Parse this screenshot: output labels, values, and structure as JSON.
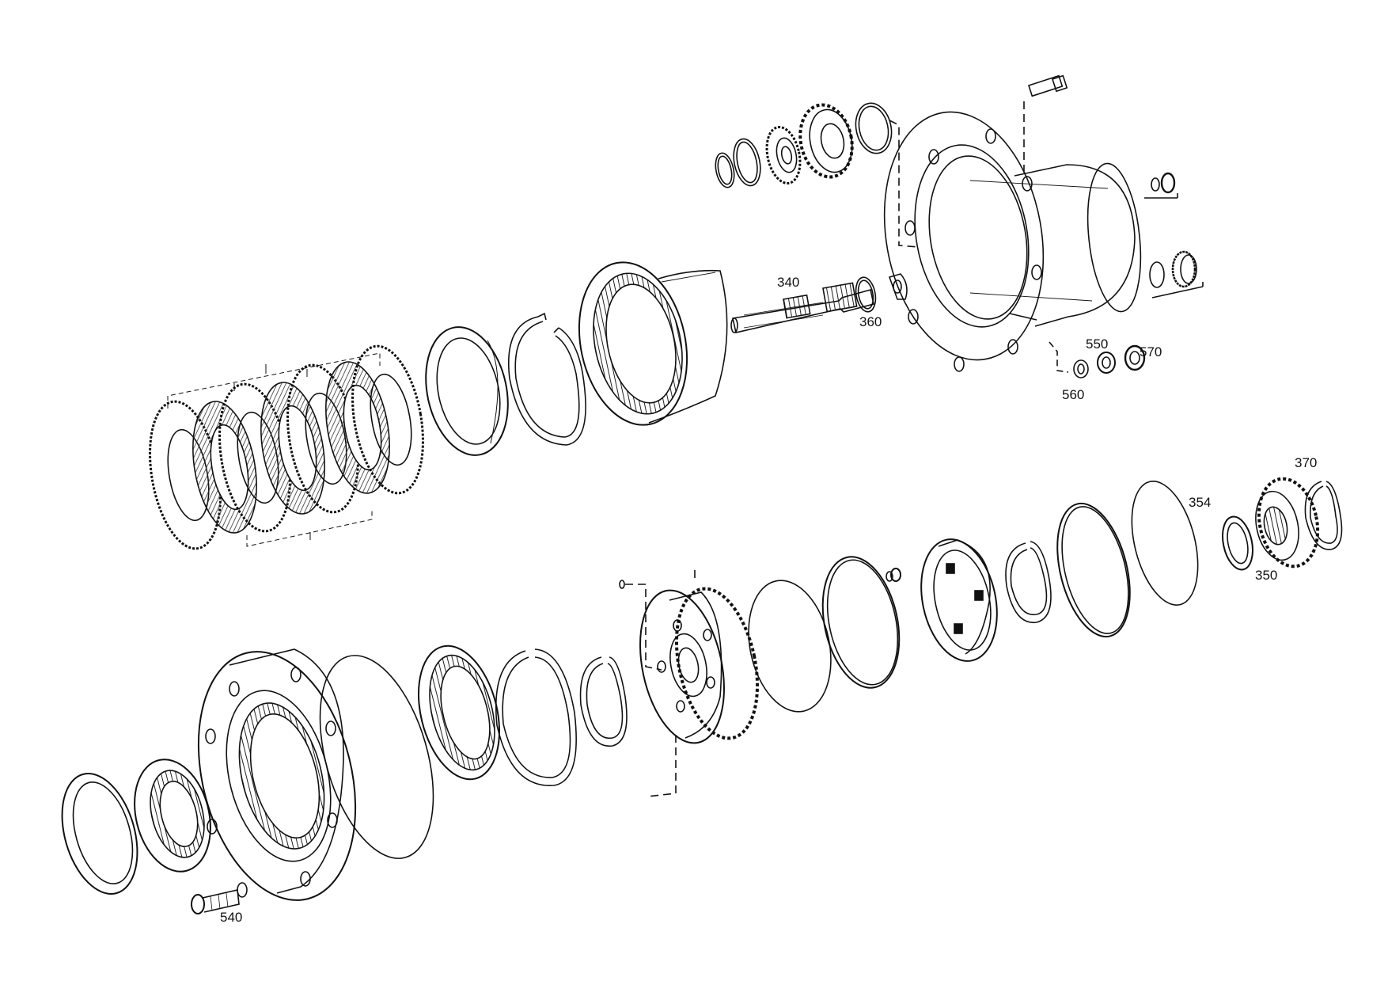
{
  "labels": {
    "p340": "340",
    "p360": "360",
    "p550": "550",
    "p570": "570",
    "p560": "560",
    "p370": "370",
    "p354": "354",
    "p350": "350",
    "p540": "540"
  },
  "colors": {
    "line": "#111111",
    "background": "#ffffff",
    "hatch": "#333333"
  }
}
